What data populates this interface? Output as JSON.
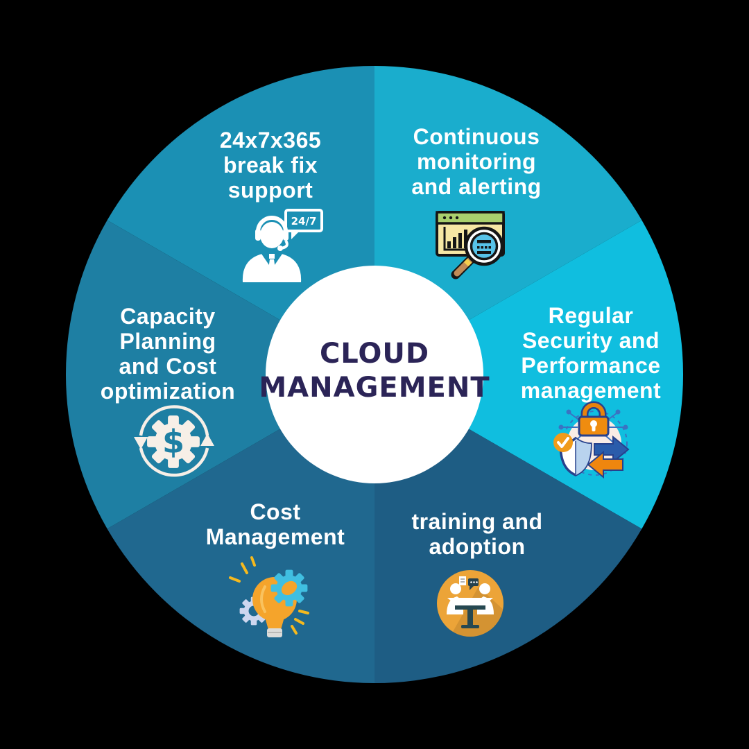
{
  "canvas": {
    "background_color": "#000000"
  },
  "center": {
    "title_line1": "CLOUD",
    "title_line2": "MANAGEMENT",
    "text_color": "#2b2457",
    "circle_color": "#ffffff"
  },
  "segments": [
    {
      "name": "break-fix-support",
      "label": "24x7x365\nbreak fix\nsupport",
      "color": "#1b90b4",
      "icon": "headset-agent-icon",
      "badge_text": "24/7"
    },
    {
      "name": "continuous-monitoring",
      "label": "Continuous\nmonitoring\nand alerting",
      "color": "#1aadcd",
      "icon": "dashboard-magnifier-icon"
    },
    {
      "name": "security-performance",
      "label": "Regular\nSecurity and\nPerformance\nmanagement",
      "color": "#10bedf",
      "icon": "lock-shield-arrows-icon"
    },
    {
      "name": "training-adoption",
      "label": "training and\nadoption",
      "color": "#1e5d84",
      "icon": "people-meeting-icon"
    },
    {
      "name": "cost-management",
      "label": "Cost\nManagement",
      "color": "#20688f",
      "icon": "bulb-gears-icon"
    },
    {
      "name": "capacity-planning",
      "label": "Capacity\nPlanning\nand Cost\noptimization",
      "color": "#1e7fa3",
      "icon": "dollar-gear-icon",
      "symbol": "$"
    }
  ]
}
